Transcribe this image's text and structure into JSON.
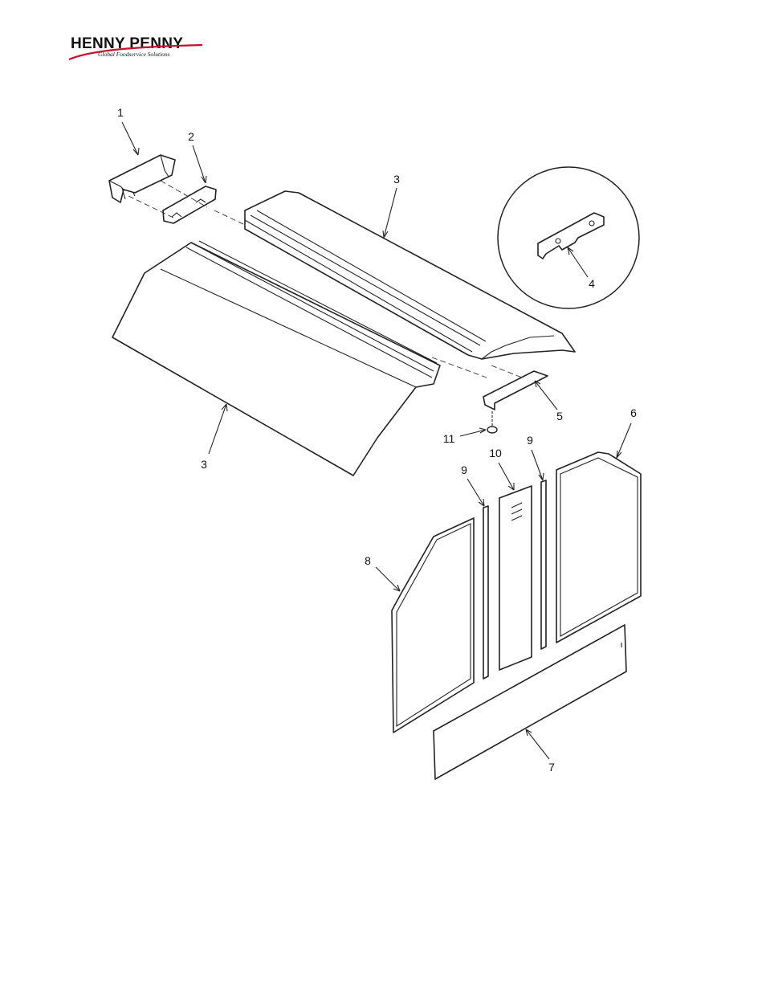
{
  "brand": {
    "name": "HENNY PENNY",
    "tagline": "Global Foodservice Solutions",
    "accent": "#c8102e"
  },
  "callouts": [
    "1",
    "2",
    "3",
    "3",
    "4",
    "5",
    "6",
    "7",
    "8",
    "9",
    "9",
    "10",
    "11"
  ]
}
